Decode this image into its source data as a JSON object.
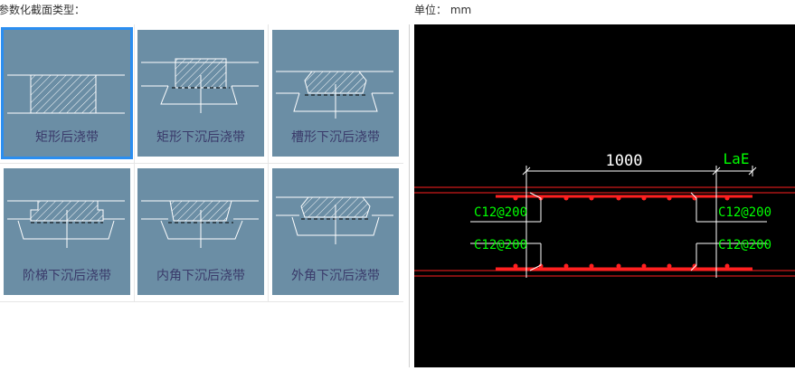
{
  "header": {
    "section_type_label": "参数化截面类型：",
    "unit_label": "单位：  mm"
  },
  "gallery": {
    "items": [
      {
        "label": "矩形后浇带",
        "selected": true,
        "icon": "rectangular-pour-strip-icon"
      },
      {
        "label": "矩形下沉后浇带",
        "selected": false,
        "icon": "rectangular-sunken-pour-strip-icon"
      },
      {
        "label": "槽形下沉后浇带",
        "selected": false,
        "icon": "groove-sunken-pour-strip-icon"
      },
      {
        "label": "阶梯下沉后浇带",
        "selected": false,
        "icon": "stepped-sunken-pour-strip-icon"
      },
      {
        "label": "内角下沉后浇带",
        "selected": false,
        "icon": "inner-angle-sunken-pour-strip-icon"
      },
      {
        "label": "外角下沉后浇带",
        "selected": false,
        "icon": "outer-angle-sunken-pour-strip-icon"
      }
    ]
  },
  "preview": {
    "dimension_width": "1000",
    "dimension_lap": "LaE",
    "rebar_top_left": "C12@200",
    "rebar_bottom_left": "C12@200",
    "rebar_top_right": "C12@200",
    "rebar_bottom_right": "C12@200",
    "colors": {
      "background": "#000000",
      "slab_line": "#ff2020",
      "rebar": "#ff2020",
      "text_label": "#00ff00",
      "dimension": "#ffffff"
    }
  }
}
